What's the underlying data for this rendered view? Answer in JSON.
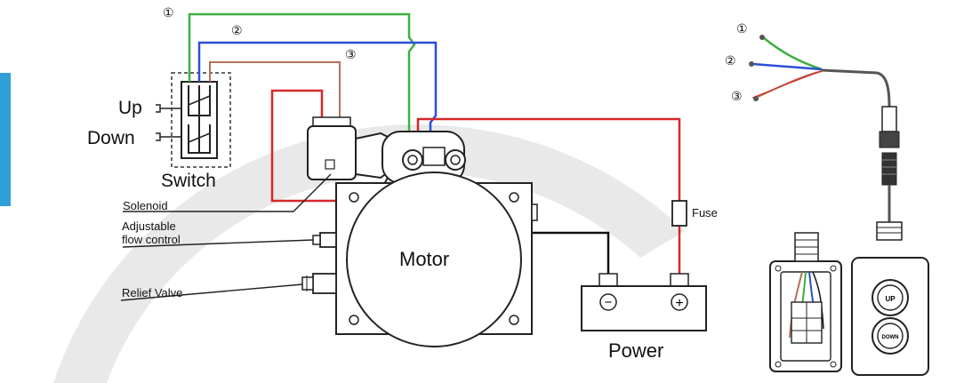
{
  "labels": {
    "up": "Up",
    "down": "Down",
    "switch": "Switch",
    "solenoid": "Solenoid",
    "adjustable_line1": "Adjustable",
    "adjustable_line2": "flow control",
    "relief_valve": "Relief Valve",
    "motor": "Motor",
    "fuse": "Fuse",
    "power": "Power",
    "minus": "−",
    "plus": "+"
  },
  "wire_numbers": {
    "one": "①",
    "two": "②",
    "three": "③"
  },
  "pendant_buttons": {
    "up": "UP",
    "down": "DOWN"
  },
  "colors": {
    "wire_1": "#3cb043",
    "wire_2": "#2b4fd6",
    "wire_3": "#b5705a",
    "power_red": "#d62828",
    "black": "#111111",
    "accent_bar": "#2f9fd8",
    "background_arc": "#e6e6e6"
  }
}
